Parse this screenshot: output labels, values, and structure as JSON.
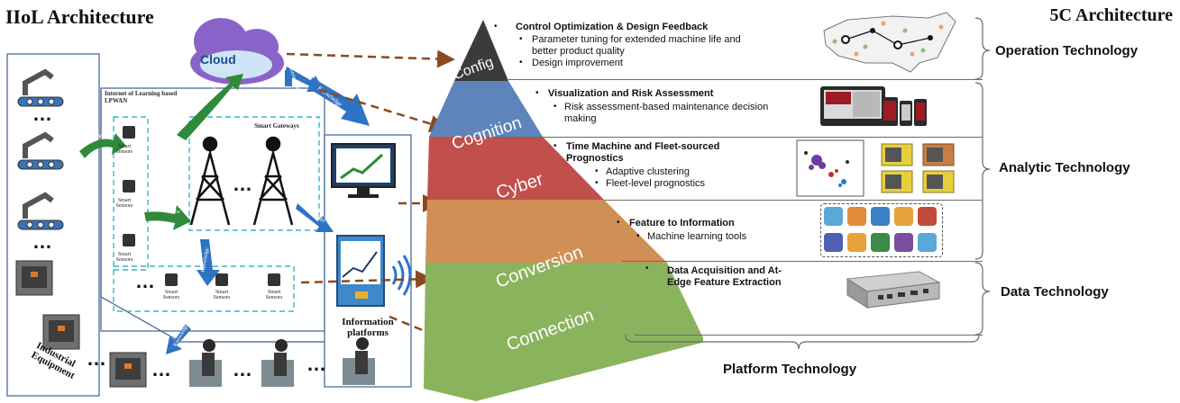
{
  "left": {
    "title": "IIoL Architecture",
    "cloud_label": "Cloud",
    "network_label": "Internet of Learning based LPWAN",
    "gateway_label": "Smart Gateways",
    "raw_data": "Raw data",
    "processed_data_1": "Processed data",
    "processed_data_2": "Processed data",
    "knowledge_1": "Knowledge",
    "knowledge_2": "Knowledge",
    "knowledge_3": "Knowledge",
    "knowledge_4": "Knowledge",
    "knowledge_5": "Knowledge",
    "sensor_label": "Smart Sensors",
    "info_platforms": "Information platforms",
    "industrial_equipment": "Industrial Equipment"
  },
  "right": {
    "title": "5C Architecture",
    "levels": [
      {
        "name": "Config",
        "color": "#3b3b3b"
      },
      {
        "name": "Cognition",
        "color": "#5f84bb"
      },
      {
        "name": "Cyber",
        "color": "#c14f4b"
      },
      {
        "name": "Conversion",
        "color": "#d08f55"
      },
      {
        "name": "Connection",
        "color": "#8ab35e"
      }
    ],
    "blocks": [
      {
        "title": "Control Optimization & Design Feedback",
        "items": [
          "Parameter tuning for extended machine life and better product quality",
          "Design improvement"
        ]
      },
      {
        "title": "Visualization and Risk Assessment",
        "items": [
          "Risk assessment-based maintenance decision making"
        ]
      },
      {
        "title": "Time Machine and Fleet-sourced Prognostics",
        "items": [
          "Adaptive clustering",
          "Fleet-level prognostics"
        ]
      },
      {
        "title": "Feature to Information",
        "items": [
          "Machine learning tools"
        ]
      },
      {
        "title": "Data Acquisition and At-Edge Feature Extraction",
        "items": []
      }
    ],
    "technologies": {
      "operation": "Operation Technology",
      "analytic": "Analytic Technology",
      "data": "Data Technology",
      "platform": "Platform Technology"
    }
  }
}
